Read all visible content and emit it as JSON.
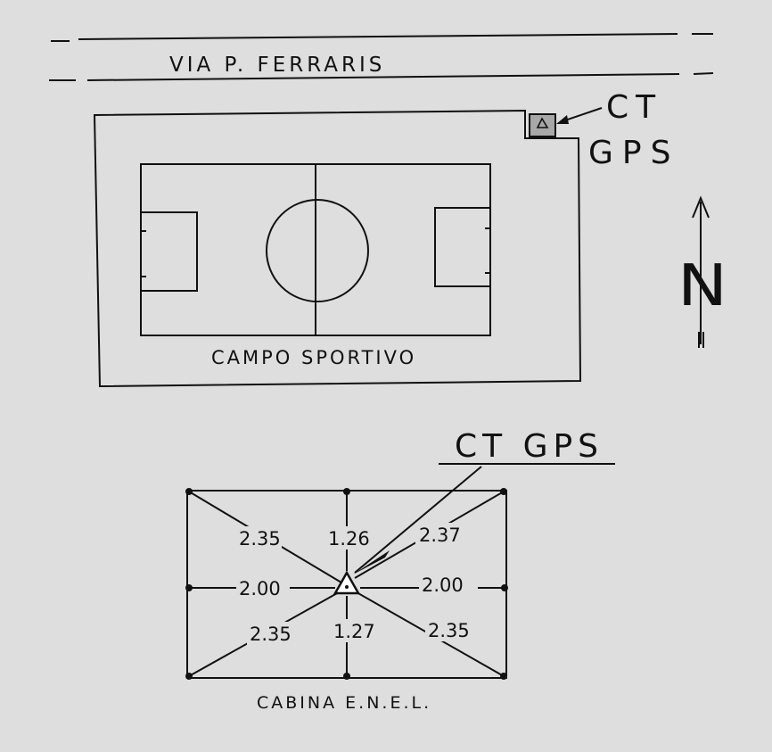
{
  "street_label": "VIA P. FERRARIS",
  "field_label": "CAMPO SPORTIVO",
  "station_label_line1": "CT",
  "station_label_line2": "GPS",
  "detail_label": "CT GPS",
  "cabin_label": "CABINA E.N.E.L.",
  "north_label": "N",
  "measurements": {
    "upper_left": "2.35",
    "upper_center": "1.26",
    "upper_right": "2.37",
    "mid_left": "2.00",
    "mid_right": "2.00",
    "lower_left": "2.35",
    "lower_center": "1.27",
    "lower_right": "2.35"
  },
  "colors": {
    "ink": "#111111",
    "paper": "#dedede",
    "marker_fill": "#a8a8a8"
  }
}
